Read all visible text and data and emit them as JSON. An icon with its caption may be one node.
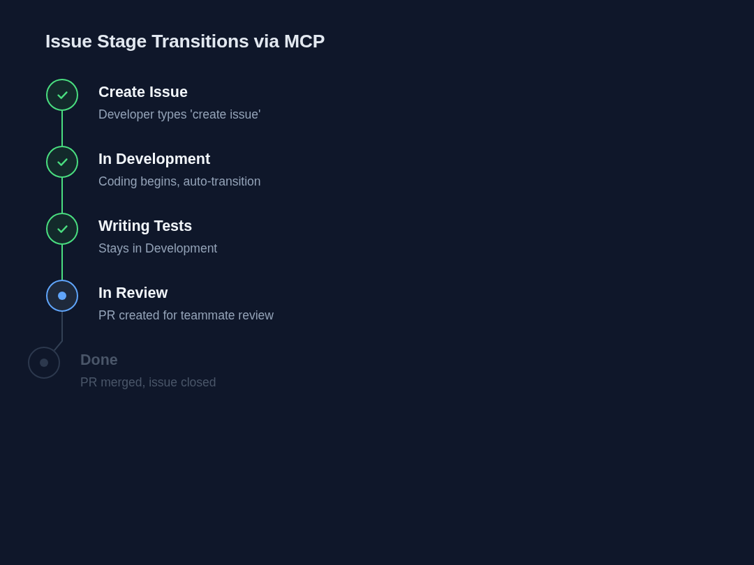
{
  "diagram": {
    "title": "Issue Stage Transitions via MCP",
    "nodes": [
      {
        "text": [],
        "shape": "circle",
        "beside": [
          "Create Issue",
          "Developer types 'create issue'"
        ]
      },
      {
        "text": [],
        "shape": "circle",
        "beside": [
          "In Development",
          "Coding begins, auto-transition"
        ]
      },
      {
        "text": [],
        "shape": "circle",
        "beside": [
          "Writing Tests",
          "Stays in Development"
        ]
      },
      {
        "text": [],
        "shape": "circle",
        "beside": [
          "In Review",
          "PR created for teammate review"
        ]
      },
      {
        "text": [],
        "shape": "circle",
        "beside": [
          "Done",
          "PR merged, issue closed"
        ]
      }
    ],
    "edges": [
      {
        "from": 0,
        "to": 1,
        "arrow": "none"
      },
      {
        "from": 1,
        "to": 2,
        "arrow": "none"
      },
      {
        "from": 2,
        "to": 3,
        "arrow": "none"
      },
      {
        "from": 3,
        "to": 4,
        "arrow": "none",
        "color": "#334155"
      }
    ]
  }
}
